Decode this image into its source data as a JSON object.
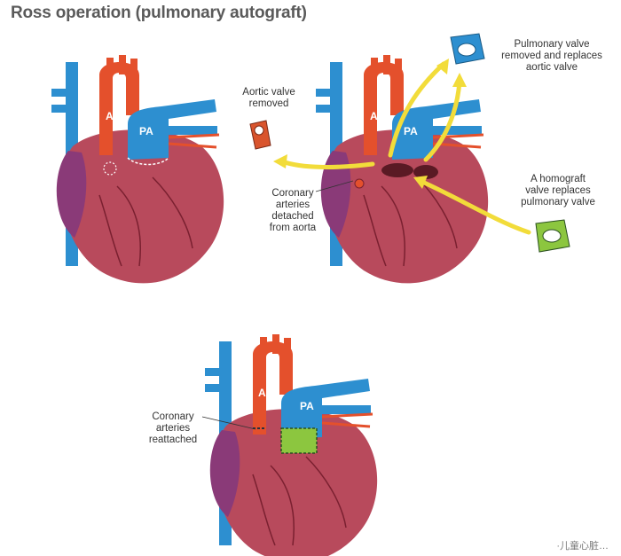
{
  "title": "Ross operation (pulmonary autograft)",
  "vessel_labels": {
    "aorta": "Ao",
    "pulmonary_artery": "PA"
  },
  "annotations": {
    "aortic_valve_removed": "Aortic valve\nremoved",
    "pulmonary_valve_replaces": "Pulmonary valve\nremoved and replaces\naortic valve",
    "coronary_detached": "Coronary\narteries\ndetached\nfrom aorta",
    "homograft_replaces": "A homograft\nvalve replaces\npulmonary valve",
    "coronary_reattached": "Coronary\narteries\nreattached"
  },
  "watermark": "·儿童心脏…",
  "colors": {
    "aorta": "#e4502c",
    "pulmonary": "#2d8fd0",
    "heart": "#b84a5c",
    "atrium": "#8a3a78",
    "homograft": "#8cc63f",
    "arrow": "#f2dc3a",
    "text": "#333333",
    "title": "#5a5a5a"
  }
}
